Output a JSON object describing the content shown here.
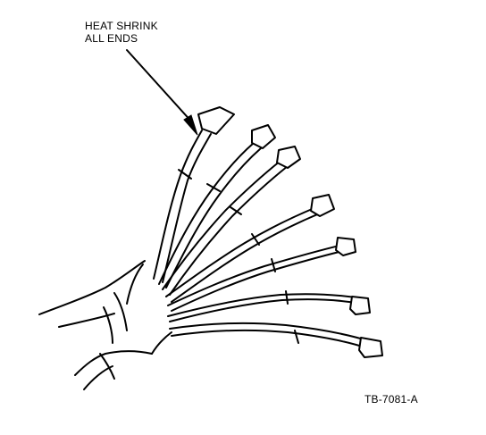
{
  "callout": {
    "line1": "HEAT SHRINK",
    "line2": "ALL ENDS"
  },
  "figure_id": "TB-7081-A",
  "colors": {
    "ink": "#000000",
    "paper": "#ffffff"
  }
}
